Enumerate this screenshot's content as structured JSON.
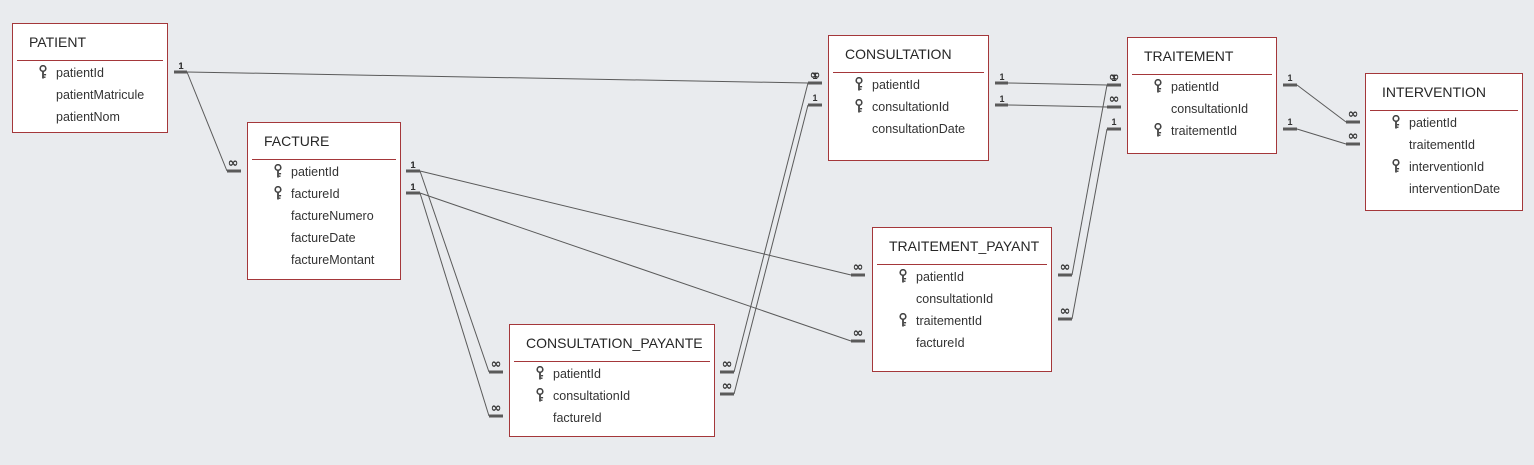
{
  "tables": [
    {
      "id": "patient",
      "name": "PATIENT",
      "fields": [
        {
          "name": "patientId",
          "key": true
        },
        {
          "name": "patientMatricule",
          "key": false
        },
        {
          "name": "patientNom",
          "key": false
        }
      ]
    },
    {
      "id": "facture",
      "name": "FACTURE",
      "fields": [
        {
          "name": "patientId",
          "key": true
        },
        {
          "name": "factureId",
          "key": true
        },
        {
          "name": "factureNumero",
          "key": false
        },
        {
          "name": "factureDate",
          "key": false
        },
        {
          "name": "factureMontant",
          "key": false
        }
      ]
    },
    {
      "id": "consultation-payante",
      "name": "CONSULTATION_PAYANTE",
      "fields": [
        {
          "name": "patientId",
          "key": true
        },
        {
          "name": "consultationId",
          "key": true
        },
        {
          "name": "factureId",
          "key": false
        }
      ]
    },
    {
      "id": "consultation",
      "name": "CONSULTATION",
      "fields": [
        {
          "name": "patientId",
          "key": true
        },
        {
          "name": "consultationId",
          "key": true
        },
        {
          "name": "consultationDate",
          "key": false
        }
      ]
    },
    {
      "id": "traitement-payant",
      "name": "TRAITEMENT_PAYANT",
      "fields": [
        {
          "name": "patientId",
          "key": true
        },
        {
          "name": "consultationId",
          "key": false
        },
        {
          "name": "traitementId",
          "key": true
        },
        {
          "name": "factureId",
          "key": false
        }
      ]
    },
    {
      "id": "traitement",
      "name": "TRAITEMENT",
      "fields": [
        {
          "name": "patientId",
          "key": true
        },
        {
          "name": "consultationId",
          "key": false
        },
        {
          "name": "traitementId",
          "key": true
        }
      ]
    },
    {
      "id": "intervention",
      "name": "INTERVENTION",
      "fields": [
        {
          "name": "patientId",
          "key": true
        },
        {
          "name": "traitementId",
          "key": false
        },
        {
          "name": "interventionId",
          "key": true
        },
        {
          "name": "interventionDate",
          "key": false
        }
      ]
    }
  ],
  "relationships": [
    {
      "from": "PATIENT",
      "to": "FACTURE",
      "one": "1",
      "many": "∞"
    },
    {
      "from": "PATIENT",
      "to": "CONSULTATION",
      "one": "1",
      "many": "∞"
    },
    {
      "from": "FACTURE",
      "to": "CONSULTATION_PAYANTE",
      "one": "1",
      "many": "∞"
    },
    {
      "from": "FACTURE",
      "to": "CONSULTATION_PAYANTE",
      "one": "1",
      "many": "∞"
    },
    {
      "from": "FACTURE",
      "to": "TRAITEMENT_PAYANT",
      "one": "1",
      "many": "∞"
    },
    {
      "from": "FACTURE",
      "to": "TRAITEMENT_PAYANT",
      "one": "1",
      "many": "∞"
    },
    {
      "from": "CONSULTATION",
      "to": "CONSULTATION_PAYANTE",
      "one": "1",
      "many": "∞"
    },
    {
      "from": "CONSULTATION",
      "to": "CONSULTATION_PAYANTE",
      "one": "1",
      "many": "∞"
    },
    {
      "from": "CONSULTATION",
      "to": "TRAITEMENT",
      "one": "1",
      "many": "∞"
    },
    {
      "from": "CONSULTATION",
      "to": "TRAITEMENT",
      "one": "1",
      "many": "∞"
    },
    {
      "from": "TRAITEMENT",
      "to": "TRAITEMENT_PAYANT",
      "one": "1",
      "many": "∞"
    },
    {
      "from": "TRAITEMENT",
      "to": "TRAITEMENT_PAYANT",
      "one": "1",
      "many": "∞"
    },
    {
      "from": "TRAITEMENT",
      "to": "INTERVENTION",
      "one": "1",
      "many": "∞"
    },
    {
      "from": "TRAITEMENT",
      "to": "INTERVENTION",
      "one": "1",
      "many": "∞"
    }
  ],
  "colors": {
    "table_border": "#a4373a",
    "canvas_bg": "#e9ebee",
    "link_line": "#5a5a5a"
  }
}
